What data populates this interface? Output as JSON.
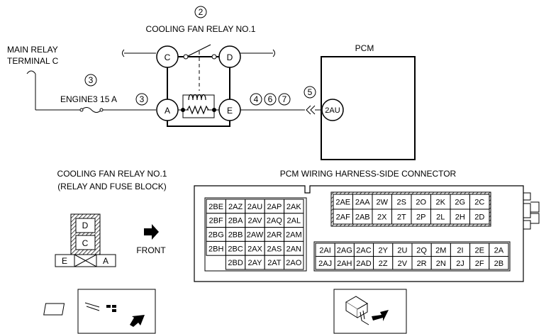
{
  "labels": {
    "relay_title": "COOLING FAN RELAY NO.1",
    "main_relay_1": "MAIN RELAY",
    "main_relay_2": "TERMINAL C",
    "fuse": "ENGINE3 15 A",
    "pcm": "PCM",
    "pcm_terminal": "2AU",
    "connector_title_1": "COOLING FAN RELAY NO.1",
    "connector_title_2": "(RELAY AND FUSE BLOCK)",
    "pcm_connector_title": "PCM WIRING HARNESS-SIDE CONNECTOR",
    "front": "FRONT"
  },
  "circled": {
    "relay": "2",
    "main_relay": "3",
    "fuse": "3",
    "wire_a": "4",
    "wire_b": "6",
    "wire_c": "7",
    "pcm": "5"
  },
  "relay_terminals": {
    "c": "C",
    "d": "D",
    "a": "A",
    "e": "E"
  },
  "relay_connector": {
    "top1": "D",
    "top2": "C",
    "left": "E",
    "right": "A"
  },
  "pcm_connector": {
    "left_rows": [
      [
        "2BE",
        "2AZ",
        "2AU",
        "2AP",
        "2AK"
      ],
      [
        "2BF",
        "2BA",
        "2AV",
        "2AQ",
        "2AL"
      ],
      [
        "2BG",
        "2BB",
        "2AW",
        "2AR",
        "2AM"
      ],
      [
        "2BH",
        "2BC",
        "2AX",
        "2AS",
        "2AN"
      ],
      [
        "2BD",
        "2AY",
        "2AT",
        "2AO"
      ]
    ],
    "top_right_rows": [
      [
        "2AE",
        "2AA",
        "2W",
        "2S",
        "2O",
        "2K",
        "2G",
        "2C"
      ],
      [
        "2AF",
        "2AB",
        "2X",
        "2T",
        "2P",
        "2L",
        "2H",
        "2D"
      ]
    ],
    "bottom_right_rows": [
      [
        "2AI",
        "2AG",
        "2AC",
        "2Y",
        "2U",
        "2Q",
        "2M",
        "2I",
        "2E",
        "2A"
      ],
      [
        "2AJ",
        "2AH",
        "2AD",
        "2Z",
        "2V",
        "2R",
        "2N",
        "2J",
        "2F",
        "2B"
      ]
    ]
  }
}
